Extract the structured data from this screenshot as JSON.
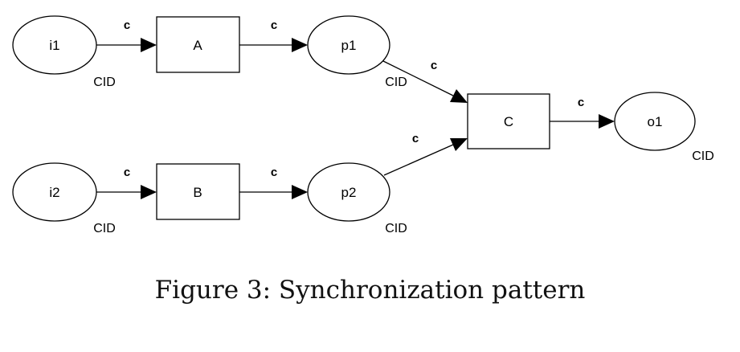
{
  "places": {
    "i1": {
      "label": "i1",
      "type": "CID"
    },
    "p1": {
      "label": "p1",
      "type": "CID"
    },
    "i2": {
      "label": "i2",
      "type": "CID"
    },
    "p2": {
      "label": "p2",
      "type": "CID"
    },
    "o1": {
      "label": "o1",
      "type": "CID"
    }
  },
  "transitions": {
    "A": {
      "label": "A"
    },
    "B": {
      "label": "B"
    },
    "C": {
      "label": "C"
    }
  },
  "arcs": {
    "i1_A": {
      "label": "c"
    },
    "A_p1": {
      "label": "c"
    },
    "p1_C": {
      "label": "c"
    },
    "i2_B": {
      "label": "c"
    },
    "B_p2": {
      "label": "c"
    },
    "p2_C": {
      "label": "c"
    },
    "C_o1": {
      "label": "c"
    }
  },
  "caption": "Figure 3: Synchronization pattern"
}
